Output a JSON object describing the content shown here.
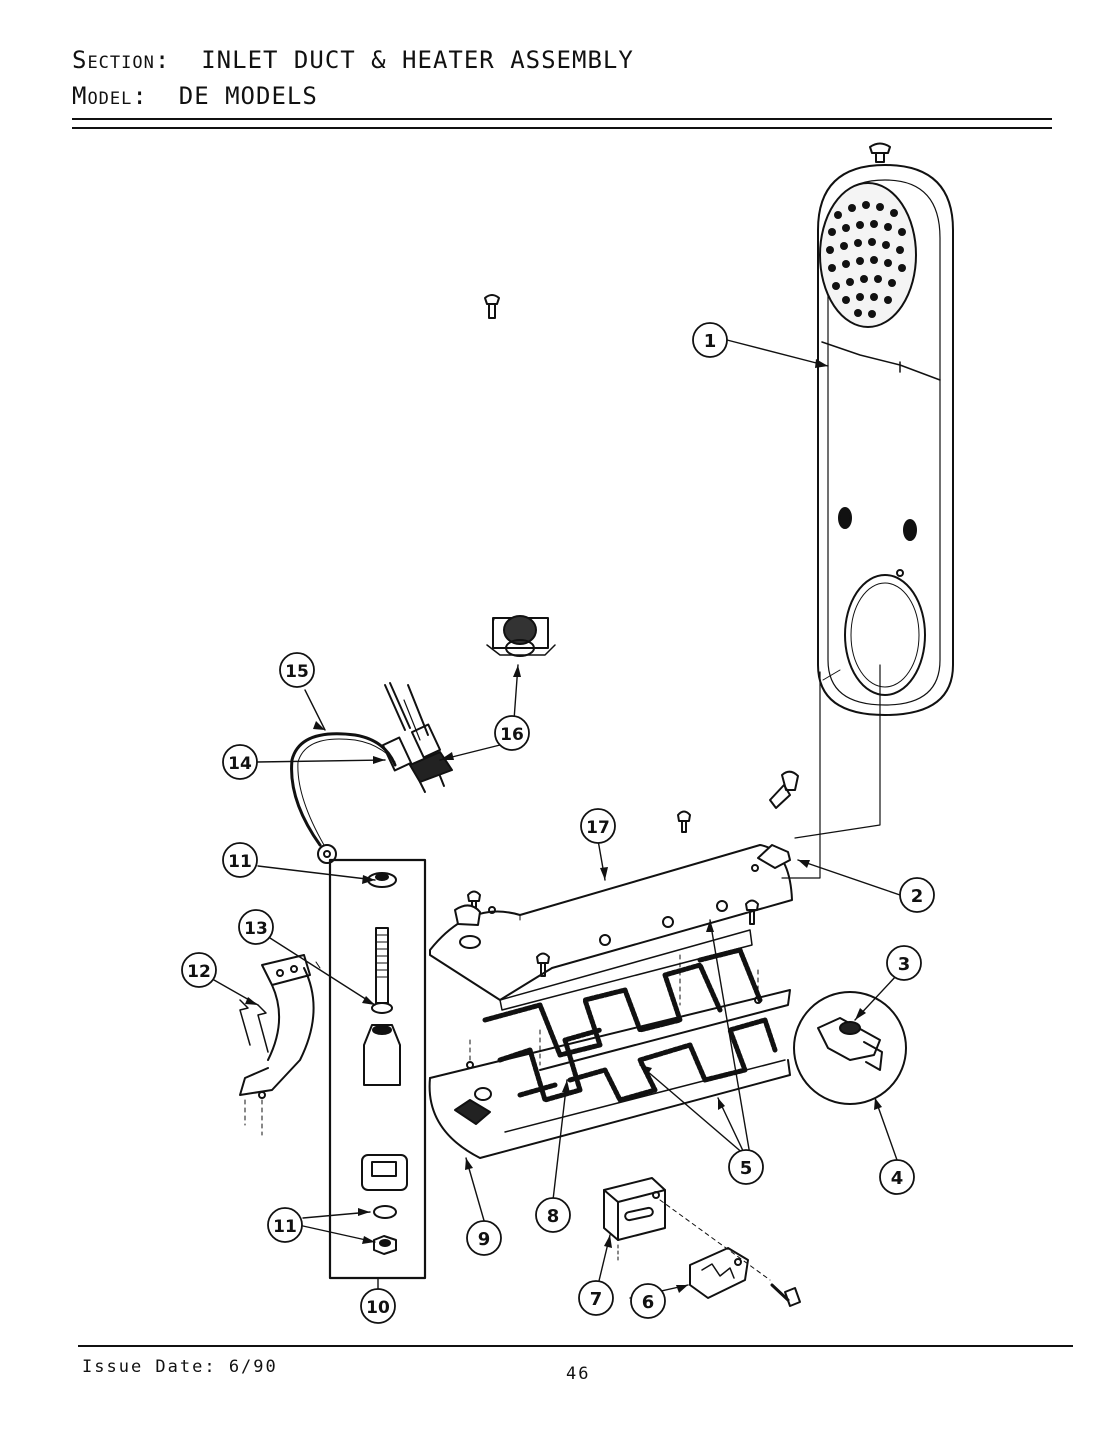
{
  "header": {
    "section_label": "Section:",
    "section_value": "INLET DUCT & HEATER ASSEMBLY",
    "model_label": "Model:",
    "model_value": "DE MODELS"
  },
  "callouts": [
    "1",
    "2",
    "3",
    "4",
    "5",
    "6",
    "7",
    "8",
    "9",
    "10",
    "11",
    "11",
    "12",
    "13",
    "14",
    "15",
    "16",
    "17"
  ],
  "footer": {
    "issue_date": "Issue Date: 6/90",
    "page_number": "46"
  }
}
